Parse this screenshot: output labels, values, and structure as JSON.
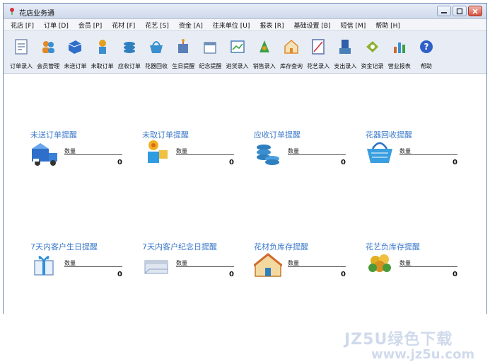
{
  "window": {
    "title": "花店业务通",
    "accent": "#3a78c8"
  },
  "menu": [
    {
      "label": "花店 [F]"
    },
    {
      "label": "订单 [D]"
    },
    {
      "label": "会员 [P]"
    },
    {
      "label": "花材 [F]"
    },
    {
      "label": "花艺 [S]"
    },
    {
      "label": "资金 [A]"
    },
    {
      "label": "往来单位 [U]"
    },
    {
      "label": "报表 [R]"
    },
    {
      "label": "基础设置 [B]"
    },
    {
      "label": "短信 [M]"
    },
    {
      "label": "帮助 [H]"
    }
  ],
  "toolbar": [
    {
      "label": "订单录入",
      "icon": "order-entry-icon",
      "color": "#7a8fb0"
    },
    {
      "label": "会员管理",
      "icon": "members-icon",
      "color": "#e08a2a"
    },
    {
      "label": "未送订单",
      "icon": "undelivered-order-icon",
      "color": "#2f6fc9"
    },
    {
      "label": "未取订单",
      "icon": "uncollected-order-icon",
      "color": "#e0a020"
    },
    {
      "label": "应收订单",
      "icon": "receivable-order-icon",
      "color": "#2f7fbf"
    },
    {
      "label": "花器回收",
      "icon": "basket-icon",
      "color": "#3a8fd0"
    },
    {
      "label": "生日提醒",
      "icon": "birthday-icon",
      "color": "#5a7fb8"
    },
    {
      "label": "纪念提醒",
      "icon": "memorial-icon",
      "color": "#6f8fb8"
    },
    {
      "label": "进货录入",
      "icon": "purchase-icon",
      "color": "#4a7fb8"
    },
    {
      "label": "销售录入",
      "icon": "sales-icon",
      "color": "#3a9f4a"
    },
    {
      "label": "库存查询",
      "icon": "inventory-icon",
      "color": "#e08a2a"
    },
    {
      "label": "花艺录入",
      "icon": "floral-art-icon",
      "color": "#5a6fb0"
    },
    {
      "label": "支出录入",
      "icon": "expense-icon",
      "color": "#2f5fa8"
    },
    {
      "label": "资金记录",
      "icon": "funds-icon",
      "color": "#8fb030"
    },
    {
      "label": "营业报表",
      "icon": "report-icon",
      "color": "#d06a2a"
    },
    {
      "label": "帮助",
      "icon": "help-icon",
      "color": "#2f5fc8"
    }
  ],
  "reminders": [
    {
      "title": "未送订单提醒",
      "qty_label": "数量",
      "qty": "0",
      "icon": "delivery-truck-icon"
    },
    {
      "title": "未取订单提醒",
      "qty_label": "数量",
      "qty": "0",
      "icon": "flower-pot-icon"
    },
    {
      "title": "应收订单提醒",
      "qty_label": "数量",
      "qty": "0",
      "icon": "coins-icon"
    },
    {
      "title": "花器回收提醒",
      "qty_label": "数量",
      "qty": "0",
      "icon": "basket-icon"
    },
    {
      "title": "7天内客户生日提醒",
      "qty_label": "数量",
      "qty": "0",
      "icon": "gift-box-icon"
    },
    {
      "title": "7天内客户纪念日提醒",
      "qty_label": "数量",
      "qty": "0",
      "icon": "gift-pack-icon"
    },
    {
      "title": "花材负库存提醒",
      "qty_label": "数量",
      "qty": "0",
      "icon": "house-icon"
    },
    {
      "title": "花艺负库存提醒",
      "qty_label": "数量",
      "qty": "0",
      "icon": "bouquet-icon"
    }
  ],
  "watermark": {
    "line1": "JZ5U绿色下载",
    "line2": "www.jz5u.com"
  }
}
